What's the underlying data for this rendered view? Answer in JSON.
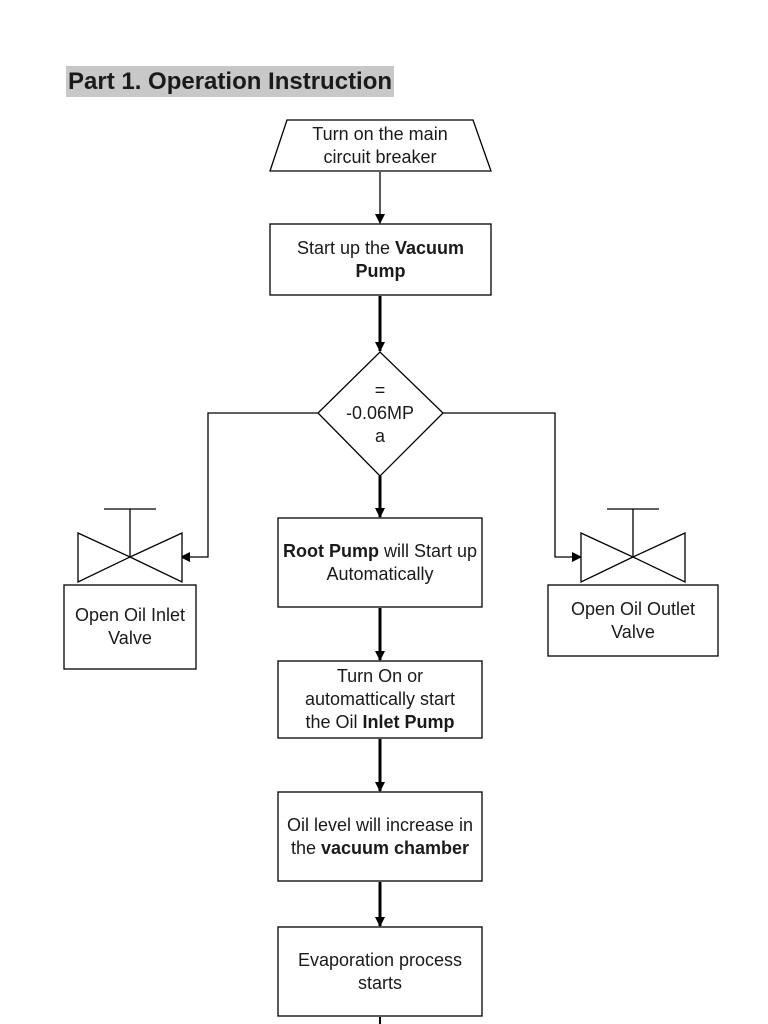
{
  "heading": "Part 1.  Operation Instruction",
  "nodes": {
    "start": {
      "line1": "Turn on the main",
      "line2": "circuit breaker"
    },
    "vacuum_pump": {
      "pre": "Start up the ",
      "bold": "Vacuum Pump"
    },
    "decision": {
      "line1": "=",
      "line2": "-0.06MP",
      "line3": "a"
    },
    "root_pump": {
      "bold": "Root Pump",
      "post": " will Start up Automatically"
    },
    "oil_inlet_pump": {
      "pre": "Turn On or automattically start the Oil ",
      "bold": "Inlet Pump"
    },
    "oil_level": {
      "pre": "Oil level will increase in the ",
      "bold": "vacuum chamber"
    },
    "evaporation": {
      "text": "Evaporation process starts"
    },
    "oil_inlet_valve": {
      "text": "Open Oil Inlet Valve"
    },
    "oil_outlet_valve": {
      "text": "Open Oil Outlet Valve"
    }
  },
  "icons": {
    "left_valve": "valve-icon",
    "right_valve": "valve-icon"
  }
}
